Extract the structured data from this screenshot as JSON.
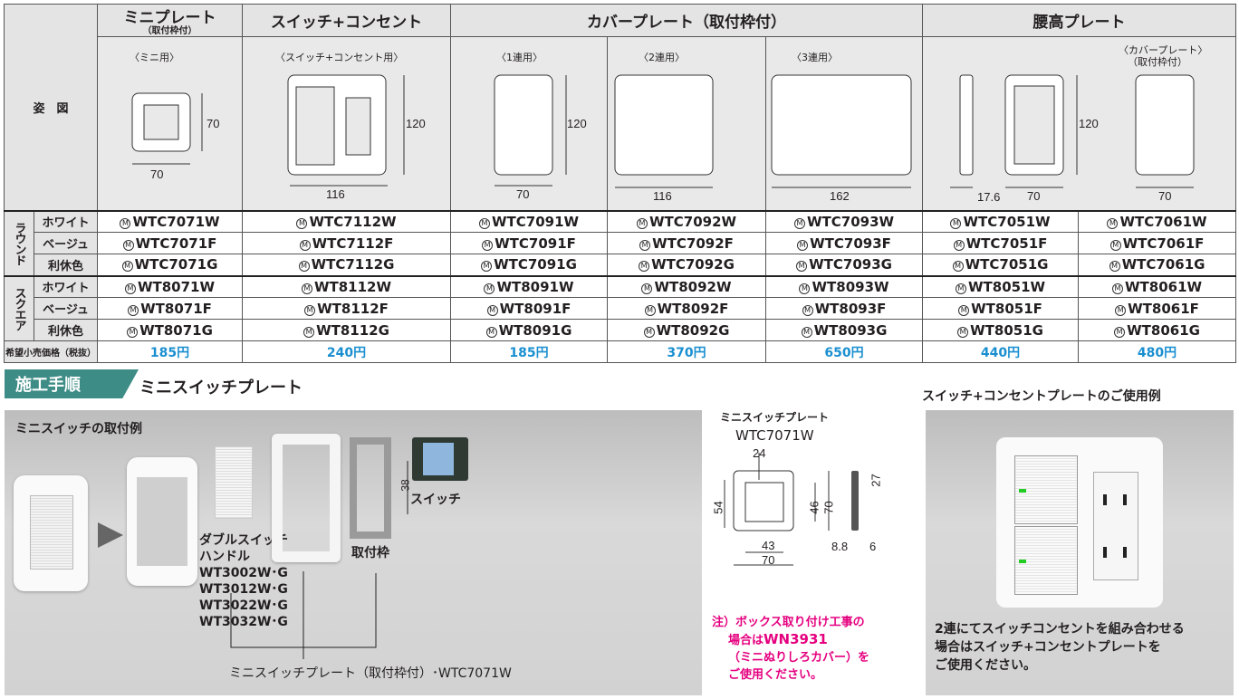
{
  "table": {
    "figure_label": "姿　図",
    "headers": [
      {
        "title": "ミニプレート",
        "sub": "（取付枠付）"
      },
      {
        "title": "スイッチ+コンセント",
        "sub": ""
      },
      {
        "title": "カバープレート（取付枠付）",
        "sub": ""
      },
      {
        "title": "腰高プレート",
        "sub": ""
      }
    ],
    "figures": {
      "mini": {
        "label": "〈ミニ用〉",
        "w": "70",
        "h": "70"
      },
      "switch_outlet": {
        "label": "〈スイッチ+コンセント用〉",
        "w": "116",
        "h": "120"
      },
      "cover1": {
        "label": "〈1連用〉",
        "w": "70",
        "h": "120"
      },
      "cover2": {
        "label": "〈2連用〉",
        "w": "116"
      },
      "cover3": {
        "label": "〈3連用〉",
        "w": "162"
      },
      "waist": {
        "depth": "17.6",
        "w": "70",
        "h": "120"
      },
      "waist_cover": {
        "label": "〈カバープレート〉",
        "label2": "（取付枠付）",
        "w": "70"
      }
    },
    "mark": "M",
    "groups": [
      {
        "name": "ラウンド",
        "rows": [
          {
            "color": "ホワイト",
            "codes": [
              "WTC7071W",
              "WTC7112W",
              "WTC7091W",
              "WTC7092W",
              "WTC7093W",
              "WTC7051W",
              "WTC7061W"
            ]
          },
          {
            "color": "ベージュ",
            "codes": [
              "WTC7071F",
              "WTC7112F",
              "WTC7091F",
              "WTC7092F",
              "WTC7093F",
              "WTC7051F",
              "WTC7061F"
            ]
          },
          {
            "color": "利休色",
            "codes": [
              "WTC7071G",
              "WTC7112G",
              "WTC7091G",
              "WTC7092G",
              "WTC7093G",
              "WTC7051G",
              "WTC7061G"
            ]
          }
        ]
      },
      {
        "name": "スクエア",
        "rows": [
          {
            "color": "ホワイト",
            "codes": [
              "WT8071W",
              "WT8112W",
              "WT8091W",
              "WT8092W",
              "WT8093W",
              "WT8051W",
              "WT8061W"
            ]
          },
          {
            "color": "ベージュ",
            "codes": [
              "WT8071F",
              "WT8112F",
              "WT8091F",
              "WT8092F",
              "WT8093F",
              "WT8051F",
              "WT8061F"
            ]
          },
          {
            "color": "利休色",
            "codes": [
              "WT8071G",
              "WT8112G",
              "WT8091G",
              "WT8092G",
              "WT8093G",
              "WT8051G",
              "WT8061G"
            ]
          }
        ]
      }
    ],
    "price_label": "希望小売価格（税抜）",
    "prices": [
      "185円",
      "240円",
      "185円",
      "370円",
      "650円",
      "440円",
      "480円"
    ],
    "price_color": "#1a8fd0"
  },
  "procedure": {
    "tag": "施工手順",
    "title": "ミニスイッチプレート",
    "example_title": "ミニスイッチの取付例",
    "handle_label": [
      "ダブルスイッチ",
      "ハンドル"
    ],
    "handle_models": [
      "WT3002W･G",
      "WT3012W･G",
      "WT3022W･G",
      "WT3032W･G"
    ],
    "switch_label": "スイッチ",
    "frame_label": "取付枠",
    "frame_dim": "38",
    "plate_caption": "ミニスイッチプレート（取付枠付）･WTC7071W",
    "tag_color": "#3d8c86"
  },
  "drawing": {
    "title": "ミニスイッチプレート",
    "model": "WTC7071W",
    "dims": {
      "top": "24",
      "left": "54",
      "inner_h": "46",
      "outer_h": "70",
      "inner_w": "43",
      "outer_w": "70",
      "side_h": "27",
      "side_a": "8.8",
      "side_b": "6"
    },
    "note": [
      "注）ボックス取り付け工事の",
      "場合は",
      "WN3931",
      "（ミニぬりしろカバー）を",
      "ご使用ください。"
    ],
    "note_color": "#e5007f"
  },
  "usage": {
    "title": "スイッチ+コンセントプレートのご使用例",
    "text": [
      "2連にてスイッチコンセントを組み合わせる",
      "場合はスイッチ+コンセントプレートを",
      "ご使用ください。"
    ]
  }
}
